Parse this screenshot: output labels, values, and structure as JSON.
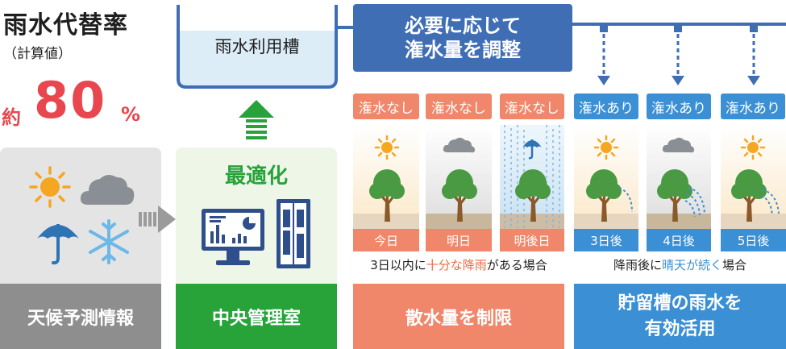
{
  "rate": {
    "title": "雨水代替率",
    "subtitle": "（計算値）",
    "approx": "約",
    "value": "80",
    "unit": "%"
  },
  "weather_panel": {
    "label": "天候予測情報",
    "icons": [
      "sun-icon",
      "cloud-icon",
      "umbrella-icon",
      "snowflake-icon"
    ]
  },
  "control_panel": {
    "heading": "最適化",
    "label": "中央管理室",
    "icons": [
      "monitor-chart-icon",
      "control-cabinet-icon"
    ]
  },
  "tank": {
    "label": "雨水利用槽"
  },
  "adjust": {
    "line1": "必要に応じて",
    "line2": "潅水量を調整"
  },
  "scenarios": [
    {
      "pill": "潅水なし",
      "day": "今日",
      "weather": "sunny",
      "watering": false
    },
    {
      "pill": "潅水なし",
      "day": "明日",
      "weather": "cloudy",
      "watering": false
    },
    {
      "pill": "潅水なし",
      "day": "明後日",
      "weather": "rainy",
      "watering": false
    },
    {
      "pill": "潅水あり",
      "day": "3日後",
      "weather": "sunny",
      "watering": true
    },
    {
      "pill": "潅水あり",
      "day": "4日後",
      "weather": "cloudy",
      "watering": true
    },
    {
      "pill": "潅水あり",
      "day": "5日後",
      "weather": "sunny",
      "watering": true
    }
  ],
  "conditions": {
    "left": {
      "pre": "3日以内に",
      "highlight": "十分な降雨",
      "post": "がある場合"
    },
    "right": {
      "pre": "降雨後に",
      "highlight": "晴天が続く",
      "post": "場合"
    }
  },
  "actions": {
    "restrict": "散水量を制限",
    "utilize_line1": "貯留槽の雨水を",
    "utilize_line2": "有効活用"
  },
  "colors": {
    "red": "#e8474f",
    "green": "#27a33a",
    "navy": "#3f6eb5",
    "orange": "#f0876a",
    "blue": "#3b8fd4",
    "gray": "#8e8e8e"
  }
}
